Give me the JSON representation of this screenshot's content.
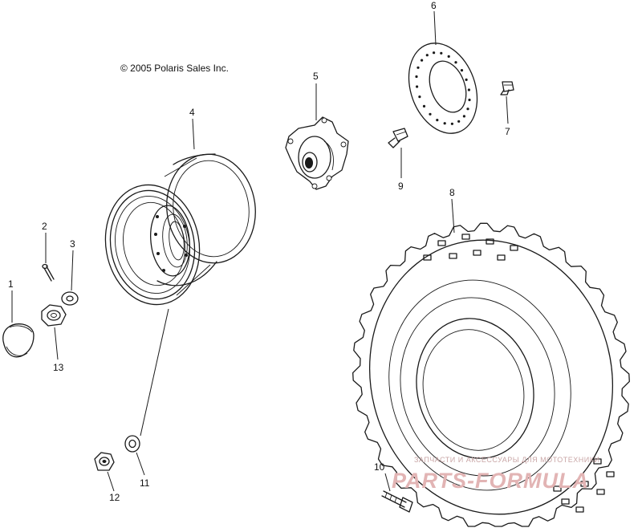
{
  "copyright": "© 2005 Polaris Sales Inc.",
  "callouts": [
    "1",
    "2",
    "3",
    "4",
    "5",
    "6",
    "7",
    "8",
    "9",
    "10",
    "11",
    "12",
    "13"
  ],
  "watermark": {
    "subtitle": "ЗАПЧАСТИ И АКСЕССУАРЫ ДЛЯ МОТОТЕХНИКИ",
    "brand": "PARTS-FORMULA"
  },
  "colors": {
    "line": "#1a1a1a",
    "watermark": "#e2b4b4",
    "background": "#ffffff"
  }
}
